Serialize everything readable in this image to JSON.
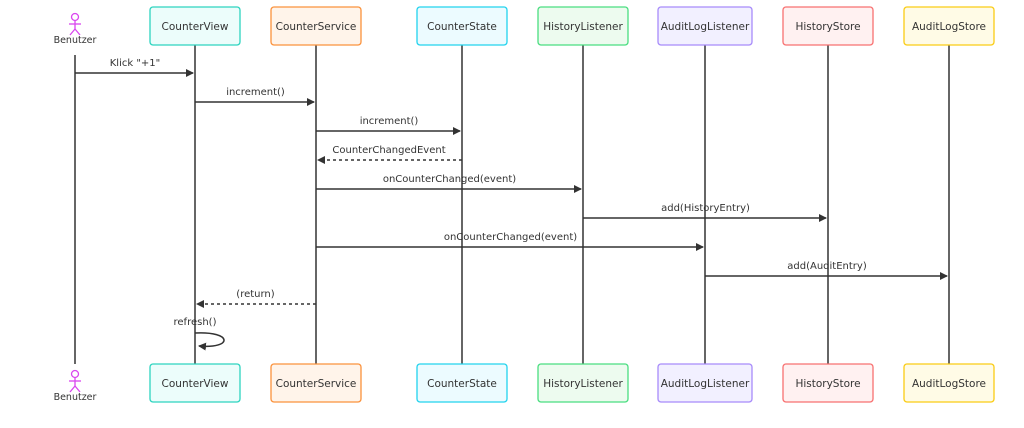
{
  "actor": {
    "label": "Benutzer",
    "color": "#d946ef"
  },
  "participants": [
    {
      "id": "view",
      "label": "CounterView",
      "fill": "#ecfdfb",
      "stroke": "#2dd4bf"
    },
    {
      "id": "service",
      "label": "CounterService",
      "fill": "#fff4ea",
      "stroke": "#fb923c"
    },
    {
      "id": "state",
      "label": "CounterState",
      "fill": "#ecfbff",
      "stroke": "#22d3ee"
    },
    {
      "id": "history",
      "label": "HistoryListener",
      "fill": "#edfbef",
      "stroke": "#4ade80"
    },
    {
      "id": "audit",
      "label": "AuditLogListener",
      "fill": "#f2f0ff",
      "stroke": "#a78bfa"
    },
    {
      "id": "hstore",
      "label": "HistoryStore",
      "fill": "#fff1f1",
      "stroke": "#f87171"
    },
    {
      "id": "astore",
      "label": "AuditLogStore",
      "fill": "#fffbe6",
      "stroke": "#facc15"
    }
  ],
  "messages": [
    {
      "from": "actor",
      "to": "view",
      "label": "Klick \"+1\"",
      "style": "solid"
    },
    {
      "from": "view",
      "to": "service",
      "label": "increment()",
      "style": "solid"
    },
    {
      "from": "service",
      "to": "state",
      "label": "increment()",
      "style": "solid"
    },
    {
      "from": "state",
      "to": "service",
      "label": "CounterChangedEvent",
      "style": "dashed"
    },
    {
      "from": "service",
      "to": "history",
      "label": "onCounterChanged(event)",
      "style": "solid"
    },
    {
      "from": "history",
      "to": "hstore",
      "label": "add(HistoryEntry)",
      "style": "solid"
    },
    {
      "from": "service",
      "to": "audit",
      "label": "onCounterChanged(event)",
      "style": "solid"
    },
    {
      "from": "audit",
      "to": "astore",
      "label": "add(AuditEntry)",
      "style": "solid"
    },
    {
      "from": "service",
      "to": "view",
      "label": "(return)",
      "style": "dashed"
    },
    {
      "from": "view",
      "to": "view",
      "label": "refresh()",
      "style": "self"
    }
  ],
  "colors": {
    "line": "#333333",
    "text": "#333333"
  }
}
